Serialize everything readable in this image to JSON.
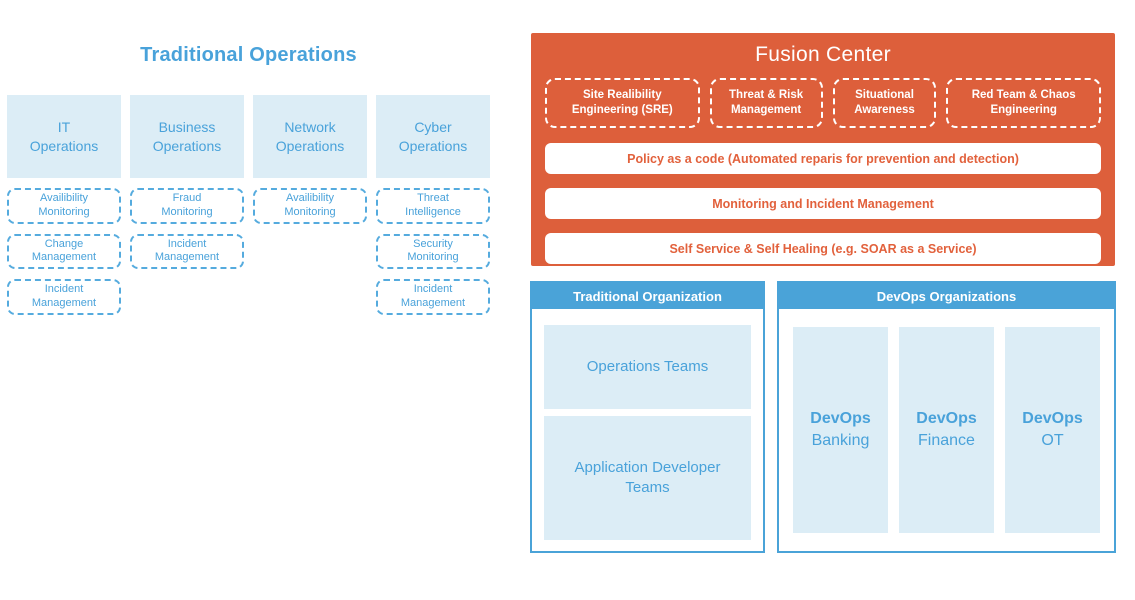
{
  "colors": {
    "orange": "#DD5F3B",
    "orange_text": "#E2613C",
    "blue": "#4AA3D8",
    "light_blue": "#DCEDF6",
    "blue_text": "#49A2DA",
    "dashed_border_blue": "#55ABDE",
    "white": "#FFFFFF"
  },
  "traditional_operations": {
    "title": "Traditional Operations",
    "columns": [
      {
        "label": "IT Operations",
        "items": [
          "Availibility Monitoring",
          "Change Management",
          "Incident Management"
        ]
      },
      {
        "label": "Business Operations",
        "items": [
          "Fraud Monitoring",
          "Incident Management"
        ]
      },
      {
        "label": "Network Operations",
        "items": [
          "Availibility Monitoring"
        ]
      },
      {
        "label": "Cyber Operations",
        "items": [
          "Threat Intelligence",
          "Security Monitoring",
          "Incident Management"
        ]
      }
    ]
  },
  "fusion_center": {
    "title": "Fusion Center",
    "capabilities": [
      "Site Realibility Engineering (SRE)",
      "Threat & Risk Management",
      "Situational Awareness",
      "Red Team & Chaos Engineering"
    ],
    "bars": [
      "Policy as a code (Automated reparis for prevention and detection)",
      "Monitoring and Incident Management",
      "Self Service & Self Healing (e.g. SOAR as a Service)"
    ]
  },
  "traditional_organization": {
    "title": "Traditional Organization",
    "teams": [
      "Operations Teams",
      "Application Developer Teams"
    ]
  },
  "devops_organizations": {
    "title": "DevOps Organizations",
    "teams": [
      {
        "name": "DevOps",
        "unit": "Banking"
      },
      {
        "name": "DevOps",
        "unit": "Finance"
      },
      {
        "name": "DevOps",
        "unit": "OT"
      }
    ]
  }
}
